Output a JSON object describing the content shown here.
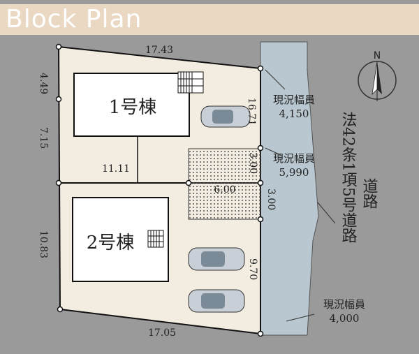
{
  "title": "Block Plan",
  "buildings": {
    "b1": "1号棟",
    "b2": "2号棟"
  },
  "dimensions": {
    "top": "17.43",
    "bottom": "17.05",
    "left_top": "4.49",
    "left_mid": "7.15",
    "left_bottom": "10.83",
    "divider": "11.11",
    "right_upper": "16.71",
    "parking_w": "6.00",
    "parking_h1": "3.00",
    "parking_h2": "3.00",
    "right_lower": "9.70"
  },
  "road": {
    "width_label": "現況幅員",
    "w1": "4,150",
    "w2": "5,990",
    "w3": "4,000",
    "legal_col1": "法42条1項5号道路",
    "legal_col2": "道路"
  },
  "north": "N",
  "colors": {
    "background": "#9a9a9a",
    "lot": "#f3ece0",
    "road": "#b9c8d0",
    "title_band": "#ead8c2"
  }
}
